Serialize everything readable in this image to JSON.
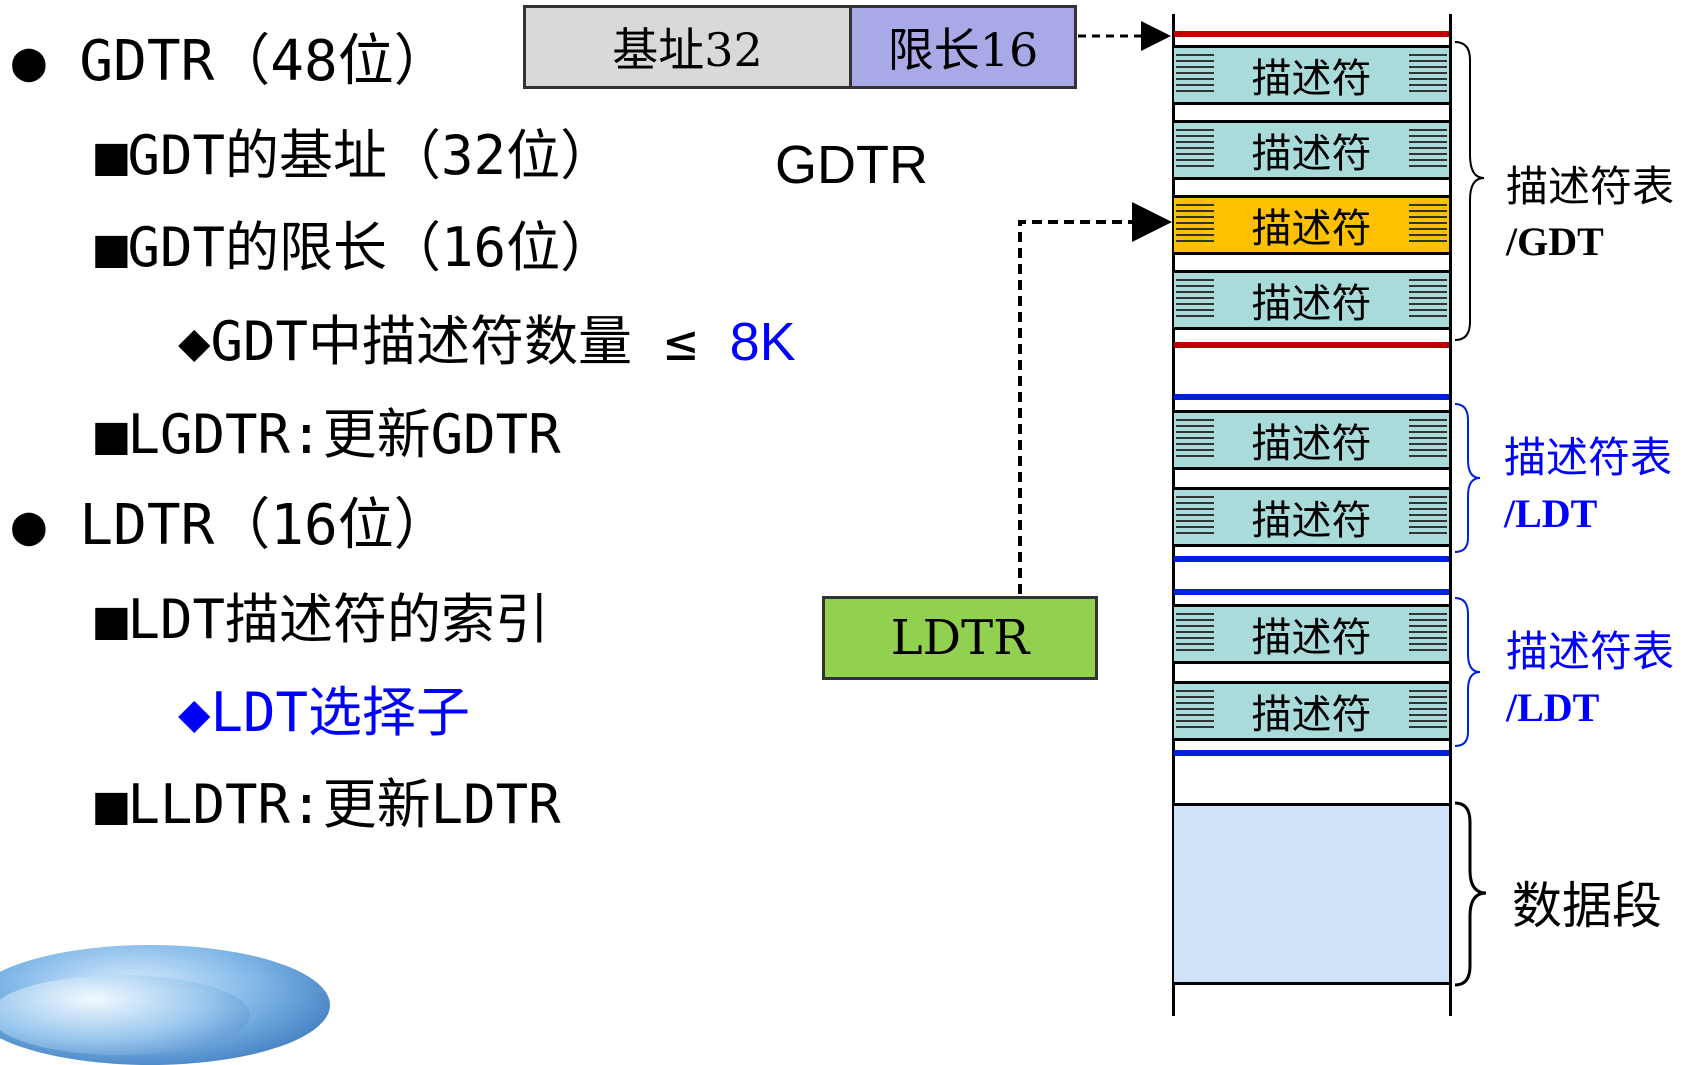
{
  "left_list": {
    "gdtr": "● GDTR（48位）",
    "gdt_base": "■GDT的基址（32位）",
    "gdt_limit": "■GDT的限长（16位）",
    "gdt_count_prefix": "◆GDT中描述符数量 ≤ ",
    "gdt_count_value": "8K",
    "lgdtr": "■LGDTR:更新GDTR",
    "ldtr": "● LDTR（16位）",
    "ldt_index": "■LDT描述符的索引",
    "ldt_selector": "◆LDT选择子",
    "lldtr": "■LLDTR:更新LDTR"
  },
  "registers": {
    "gdtr_base": "基址32",
    "gdtr_limit": "限长16",
    "gdtr_label": "GDTR",
    "ldtr": "LDTR"
  },
  "memory": {
    "descriptor_label": "描述符",
    "gdt_label_1": "描述符表",
    "gdt_label_2": "/GDT",
    "ldt1_label_1": "描述符表",
    "ldt1_label_2": "/LDT",
    "ldt2_label_1": "描述符表",
    "ldt2_label_2": "/LDT",
    "data_segment": "数据段"
  },
  "colors": {
    "gdtr_base_fill": "#d9d9d9",
    "gdtr_limit_fill": "#a9a9e8",
    "ldtr_fill": "#92d050",
    "descriptor_fill": "#a9dbdb",
    "highlight_descriptor_fill": "#ffc000",
    "gdt_boundary": "#c00000",
    "ldt_boundary": "#0020e0",
    "data_segment_fill": "#cfe2f7"
  }
}
